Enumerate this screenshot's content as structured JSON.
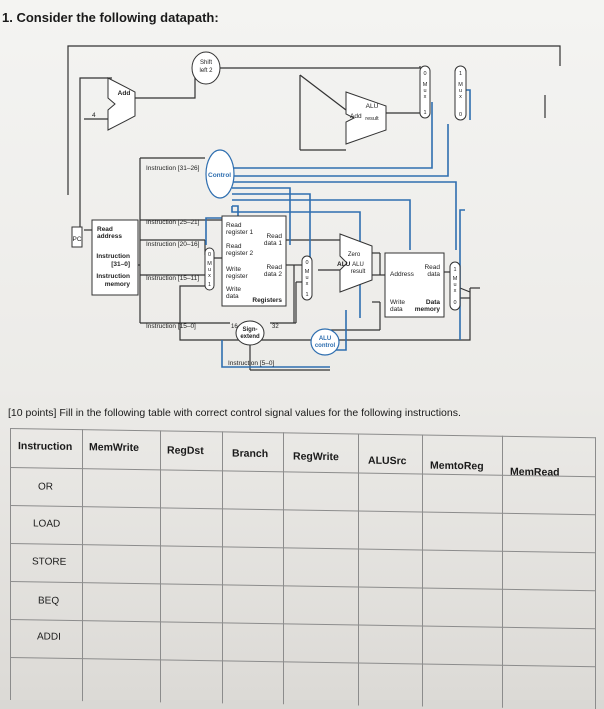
{
  "question": {
    "title": "1. Consider the following datapath:",
    "prompt": "[10 points] Fill in the following table with correct control signal values for the following instructions."
  },
  "datapath": {
    "shift_left_2": [
      "Shift",
      "left 2"
    ],
    "add": "Add",
    "four": "4",
    "alu_add": [
      "ALU",
      "Add",
      "result"
    ],
    "pc": "PC",
    "read_address": [
      "Read",
      "address"
    ],
    "instruction_memory": [
      "Instruction",
      "[31–0]",
      "Instruction",
      "memory"
    ],
    "instr_31_26": "Instruction [31–26]",
    "control": "Control",
    "instr_25_21": "Instruction [25–21]",
    "instr_20_16": "Instruction [20–16]",
    "instr_15_11": "Instruction [15–11]",
    "instr_15_0": "Instruction [15–0]",
    "instr_5_0": "Instruction [5–0]",
    "read_register_1": [
      "Read",
      "register 1"
    ],
    "read_register_2": [
      "Read",
      "register 2"
    ],
    "read_data_1": [
      "Read",
      "data 1"
    ],
    "read_data_2": [
      "Read",
      "data 2"
    ],
    "write_register": [
      "Write",
      "register"
    ],
    "write_data": [
      "Write",
      "data"
    ],
    "registers": "Registers",
    "sign_extend": [
      "Sign-",
      "extend"
    ],
    "bits_16": "16",
    "bits_32": "32",
    "alu_control": [
      "ALU",
      "control"
    ],
    "zero": "Zero",
    "alu": "ALU",
    "alu_result": [
      "ALU",
      "result"
    ],
    "address": "Address",
    "read_data_mem": [
      "Read",
      "data"
    ],
    "write_data_mem": [
      "Write",
      "data"
    ],
    "data_memory": [
      "Data",
      "memory"
    ],
    "mux": [
      "M",
      "u",
      "x"
    ],
    "zero_digit": "0",
    "one_digit": "1"
  },
  "table": {
    "headers": [
      "Instruction",
      "MemWrite",
      "RegDst",
      "Branch",
      "RegWrite",
      "ALUSrc",
      "MemtoReg",
      "MemRead"
    ],
    "rows": [
      "OR",
      "LOAD",
      "STORE",
      "BEQ",
      "ADDI"
    ]
  },
  "colors": {
    "wire": "#333333",
    "control_wire": "#2f6fb0",
    "control_text": "#2f6fb0",
    "page": "#f2f2f0"
  }
}
